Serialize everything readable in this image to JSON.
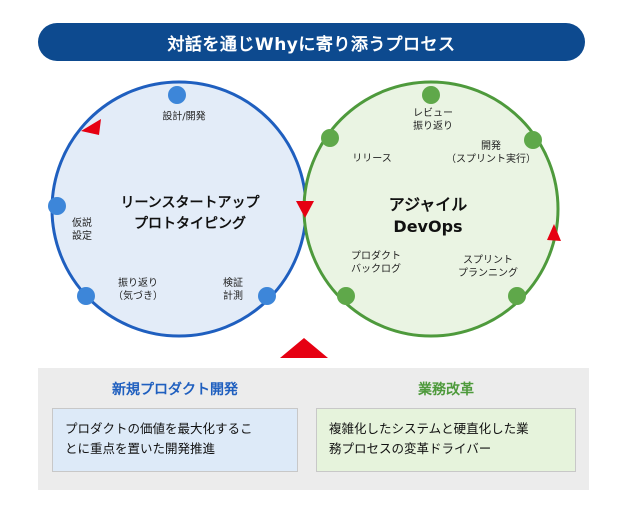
{
  "header": {
    "title": "対話を通じWhyに寄り添うプロセス"
  },
  "lean_cycle": {
    "title": "リーンスタートアップ\nプロトタイピング",
    "color": "#1f5fbf",
    "fill": "#e3ecf8",
    "stages": [
      "設計/開発",
      "検証\n計測",
      "振り返り\n（気づき）",
      "仮説\n設定"
    ]
  },
  "agile_cycle": {
    "title": "アジャイル\nDevOps",
    "color": "#4e9a3c",
    "fill": "#eaf4e3",
    "stages": [
      "レビュー\n振り返り",
      "開発\n（スプリント実行）",
      "スプリント\nプランニング",
      "プロダクト\nバックログ",
      "リリース"
    ]
  },
  "accent_color": "#e60012",
  "bottom": {
    "left": {
      "title": "新規プロダクト開発",
      "title_color": "#1f5fbf",
      "text": "プロダクトの価値を最大化するこ\nとに重点を置いた開発推進"
    },
    "right": {
      "title": "業務改革",
      "title_color": "#4e9a3c",
      "text": "複雑化したシステムと硬直化した業\n務プロセスの変革ドライバー"
    }
  }
}
